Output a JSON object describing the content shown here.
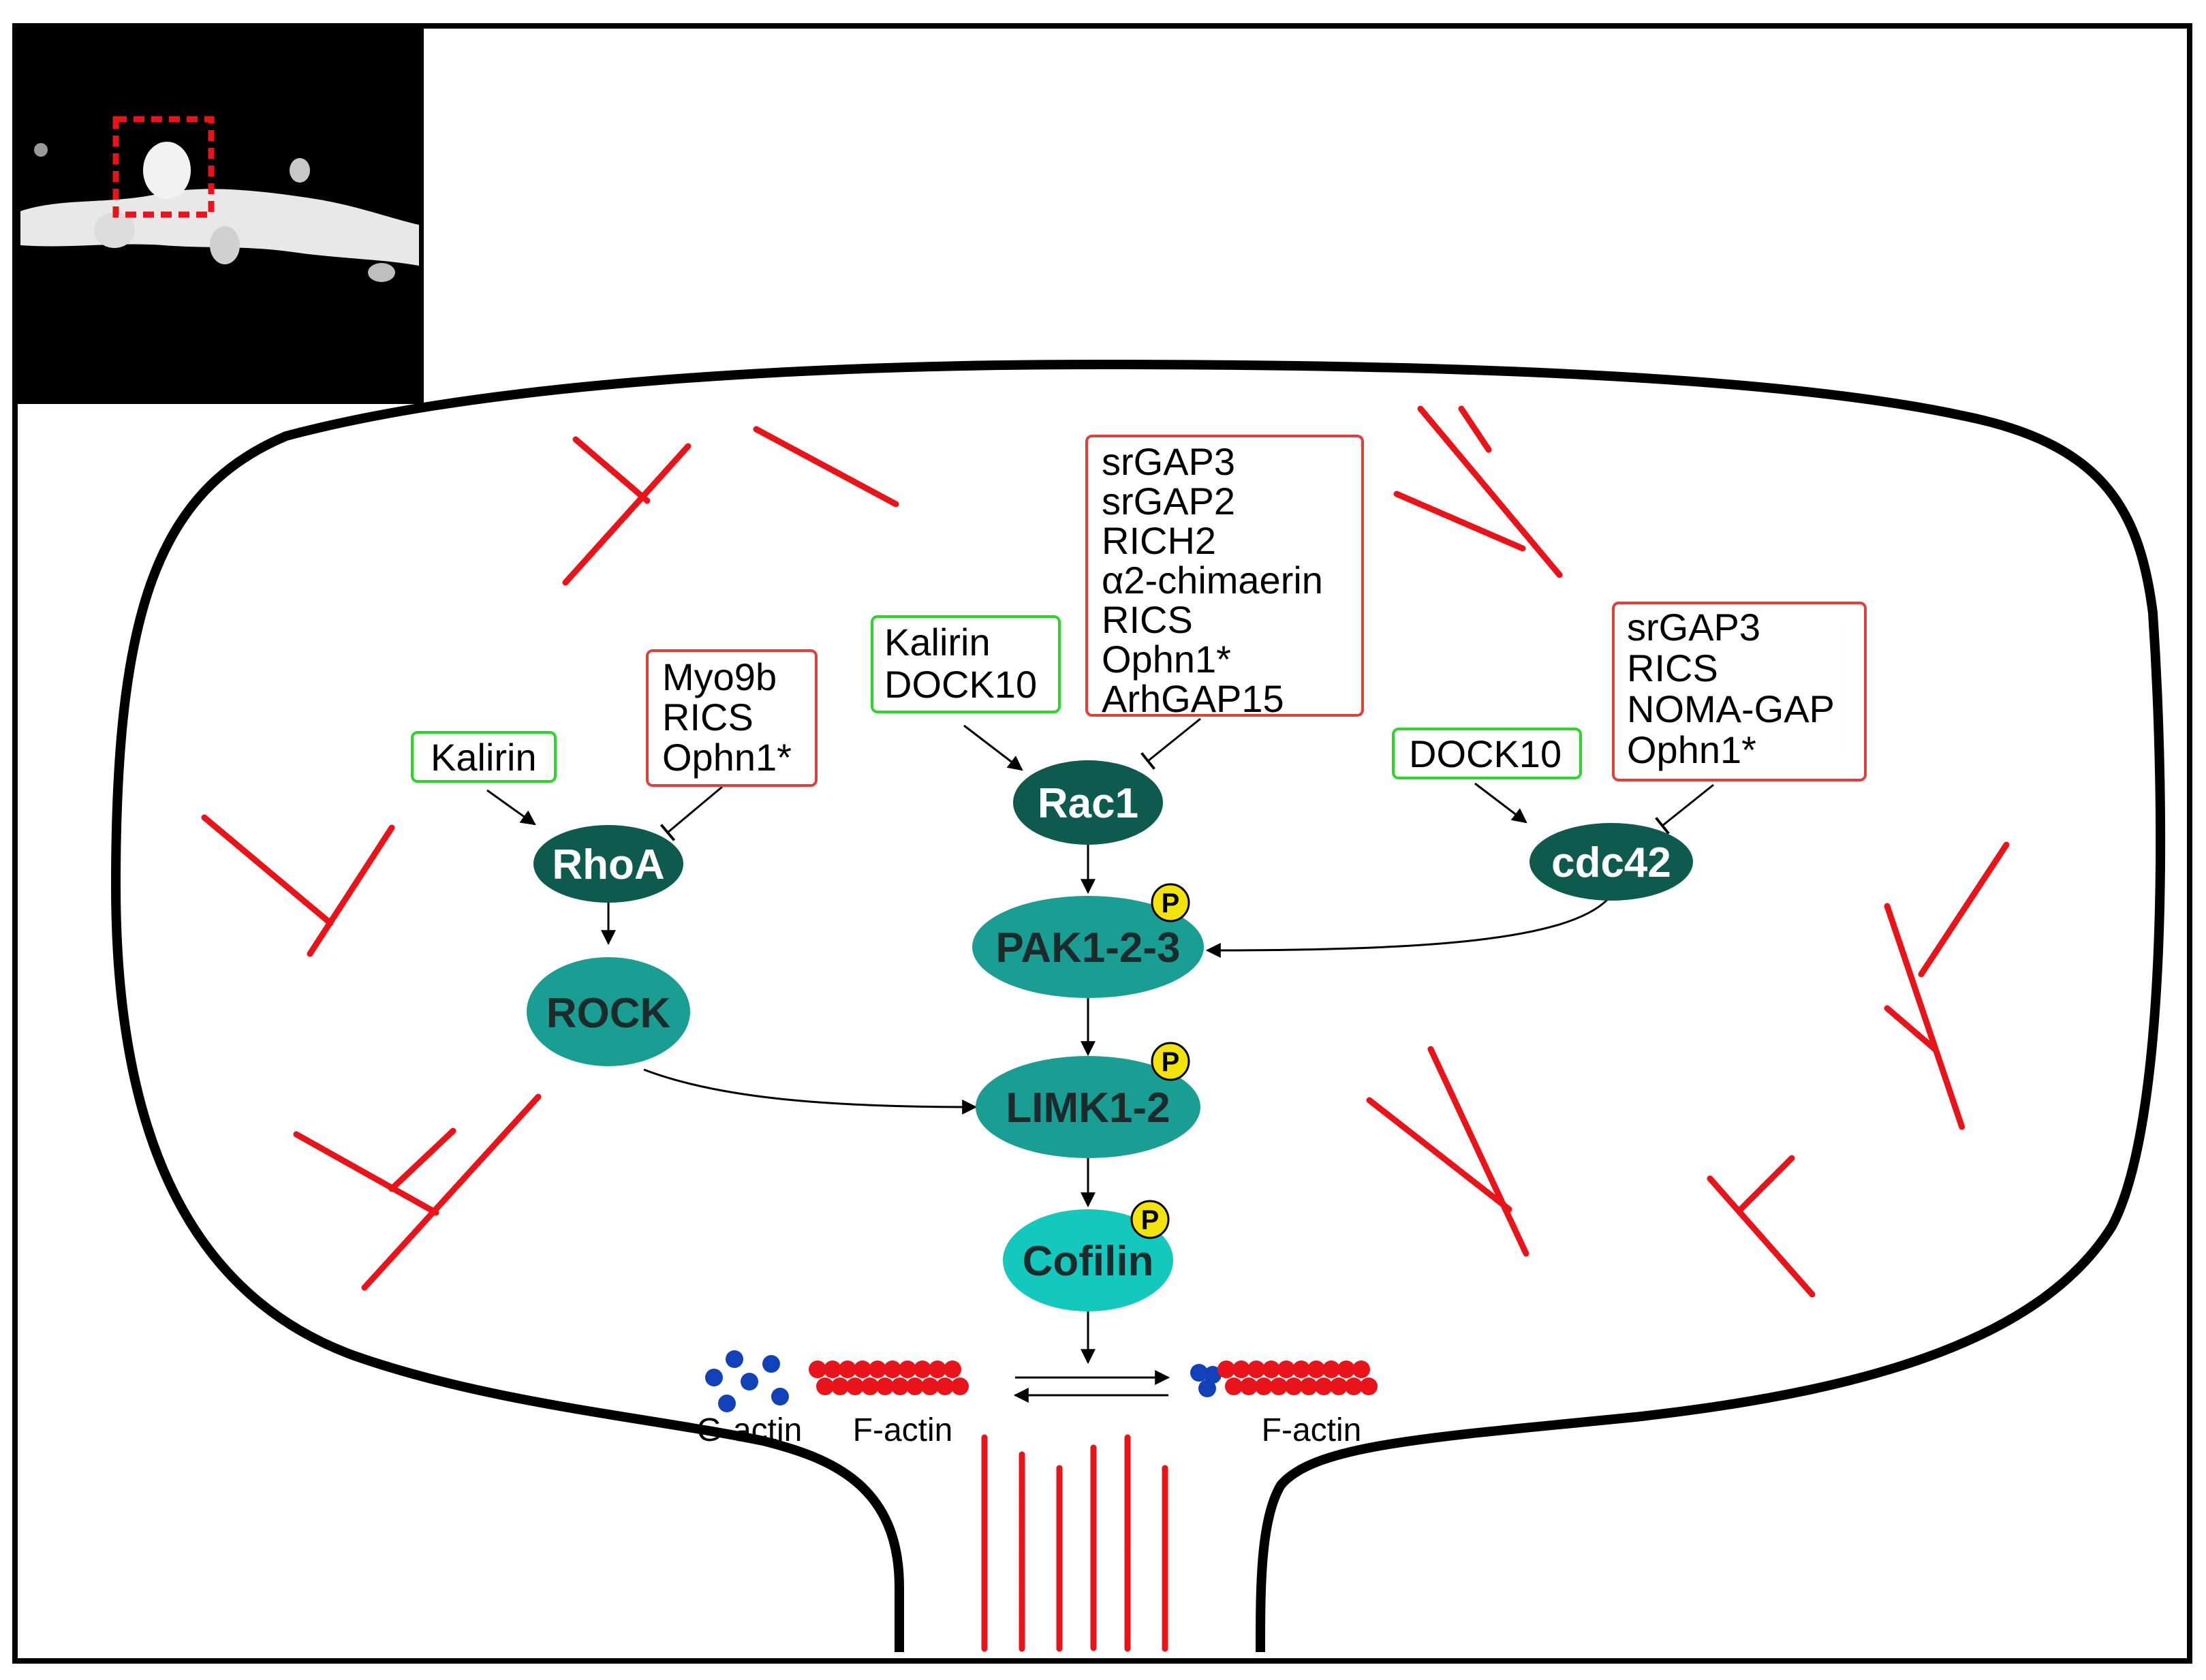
{
  "colors": {
    "activator_box": "#2bd62b",
    "inhibitor_box": "#e0403a",
    "gtpase_fill": "#0e5a4f",
    "kinase_fill": "#1a9e93",
    "cofilin_fill": "#14c8bd",
    "actin_red": "#e8141a",
    "g_actin_blue": "#1240b8",
    "phospho_yellow": "#f2e30c",
    "membrane": "#000000"
  },
  "inset": {
    "description_icon": "microscopy-dendrite-image"
  },
  "gtpases": {
    "rhoa": "RhoA",
    "rac1": "Rac1",
    "cdc42": "cdc42"
  },
  "kinases": {
    "rock": "ROCK",
    "pak": "PAK1-2-3",
    "limk": "LIMK1-2",
    "cofilin": "Cofilin"
  },
  "phospho_label": "P",
  "regulators": {
    "rhoa_gef": [
      "Kalirin"
    ],
    "rhoa_gap": [
      "Myo9b",
      "RICS",
      "Ophn1*"
    ],
    "rac1_gef": [
      "Kalirin",
      "DOCK10"
    ],
    "rac1_gap": [
      "srGAP3",
      "srGAP2",
      "RICH2",
      "α2-chimaerin",
      "RICS",
      "Ophn1*",
      "ArhGAP15"
    ],
    "cdc42_gef": [
      "DOCK10"
    ],
    "cdc42_gap": [
      "srGAP3",
      "RICS",
      "NOMA-GAP",
      "Ophn1*"
    ]
  },
  "actin_labels": {
    "g_actin": "G-actin",
    "f_actin_left": "F-actin",
    "f_actin_right": "F-actin"
  }
}
